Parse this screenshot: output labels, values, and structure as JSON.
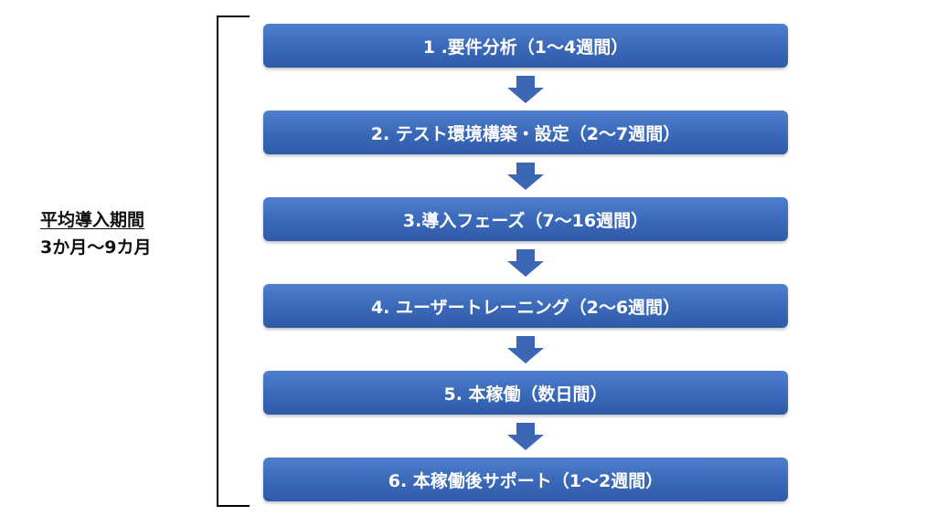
{
  "summary": {
    "title": "平均導入期間",
    "range": "3か月～9カ月"
  },
  "steps": [
    {
      "label": "1 .要件分析（1～4週間）"
    },
    {
      "label": "2. テスト環境構築・設定（2～7週間）"
    },
    {
      "label": "3.導入フェーズ（7～16週間）"
    },
    {
      "label": "4. ユーザートレーニング（2～6週間）"
    },
    {
      "label": "5. 本稼働（数日間）"
    },
    {
      "label": "6. 本稼働後サポート（1～2週間）"
    }
  ],
  "colors": {
    "step_fill": "#3a68b8",
    "arrow_fill": "#3c67b5",
    "bracket": "#000000"
  },
  "icons": {
    "arrow": "down-arrow-icon"
  }
}
